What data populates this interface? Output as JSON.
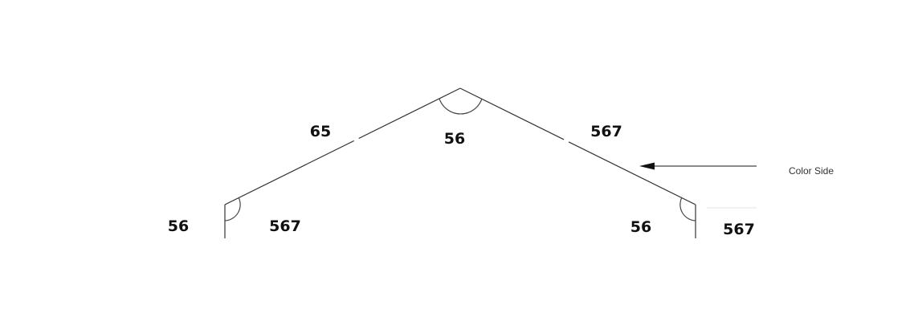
{
  "labels": {
    "left_slope_length": "65",
    "apex_angle": "56",
    "right_slope_length": "567",
    "left_leg_length": "56",
    "left_corner_angle": "567",
    "right_corner_angle": "56",
    "right_leg_length": "567"
  },
  "annotation": {
    "color_side": "Color Side"
  }
}
